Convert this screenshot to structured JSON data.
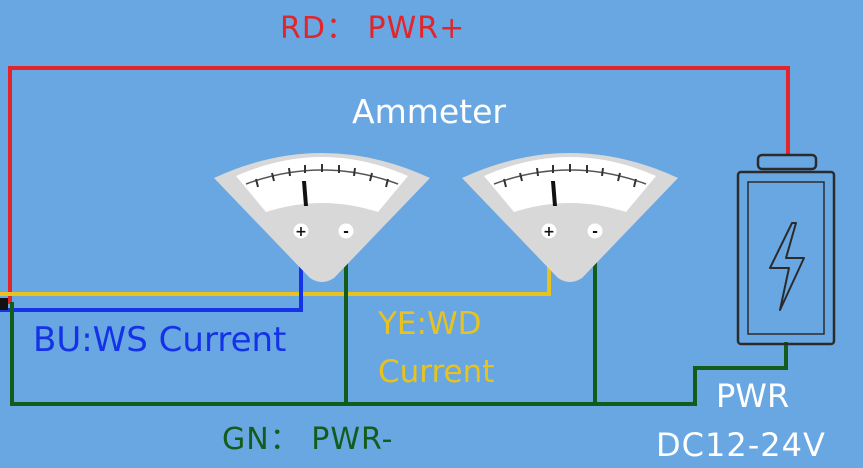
{
  "labels": {
    "red_wire": "RD： PWR+",
    "green_wire": "GN： PWR-",
    "ammeter": "Ammeter",
    "blue_wire": "BU:WS Current",
    "yellow_wire_line1": "YE:WD",
    "yellow_wire_line2": "Current",
    "power_line1": "PWR",
    "power_line2": "DC12-24V",
    "plus": "+",
    "minus": "-"
  },
  "colors": {
    "background": "#69a7e2",
    "red_wire": "#e3242b",
    "blue_wire": "#1432e8",
    "yellow_wire": "#e8c21f",
    "green_wire": "#145c1c",
    "meter_body": "#d8d8d8",
    "meter_face": "#ffffff",
    "battery_outline": "#2b2b2b",
    "label_white": "#ffffff"
  },
  "icons": {
    "meter": "ammeter-gauge-icon",
    "battery": "battery-icon",
    "bolt": "lightning-bolt-icon"
  }
}
